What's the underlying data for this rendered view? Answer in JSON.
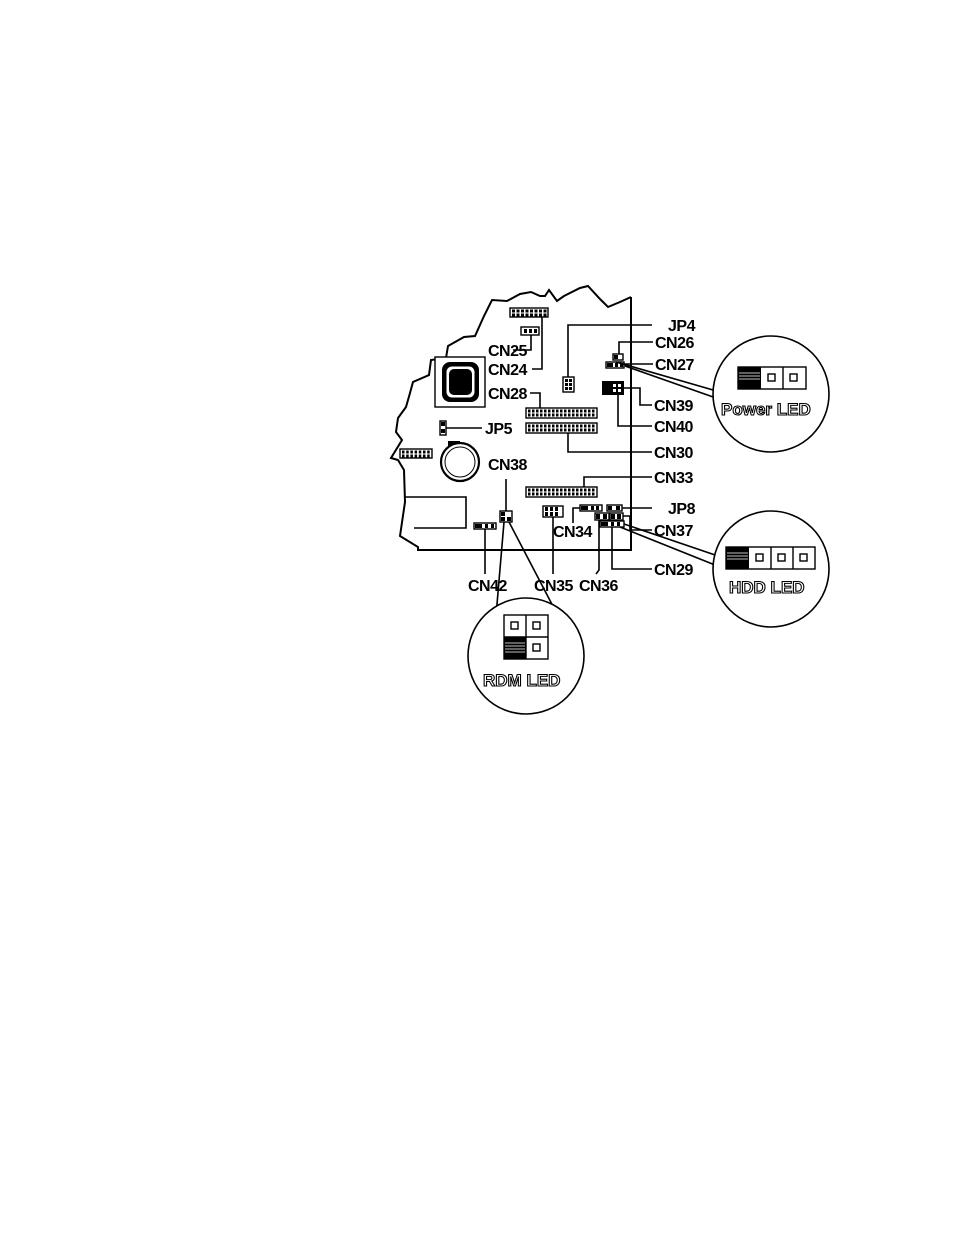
{
  "labels": {
    "cn25": "CN25",
    "cn24": "CN24",
    "cn28": "CN28",
    "jp5": "JP5",
    "cn38": "CN38",
    "jp4": "JP4",
    "cn26": "CN26",
    "cn27": "CN27",
    "cn39": "CN39",
    "cn40": "CN40",
    "cn30": "CN30",
    "cn33": "CN33",
    "jp8": "JP8",
    "cn34": "CN34",
    "cn37": "CN37",
    "cn29": "CN29",
    "cn42": "CN42",
    "cn35": "CN35",
    "cn36": "CN36"
  },
  "insets": {
    "power": "Power LED",
    "hdd": "HDD LED",
    "rdm": "RDM LED"
  }
}
